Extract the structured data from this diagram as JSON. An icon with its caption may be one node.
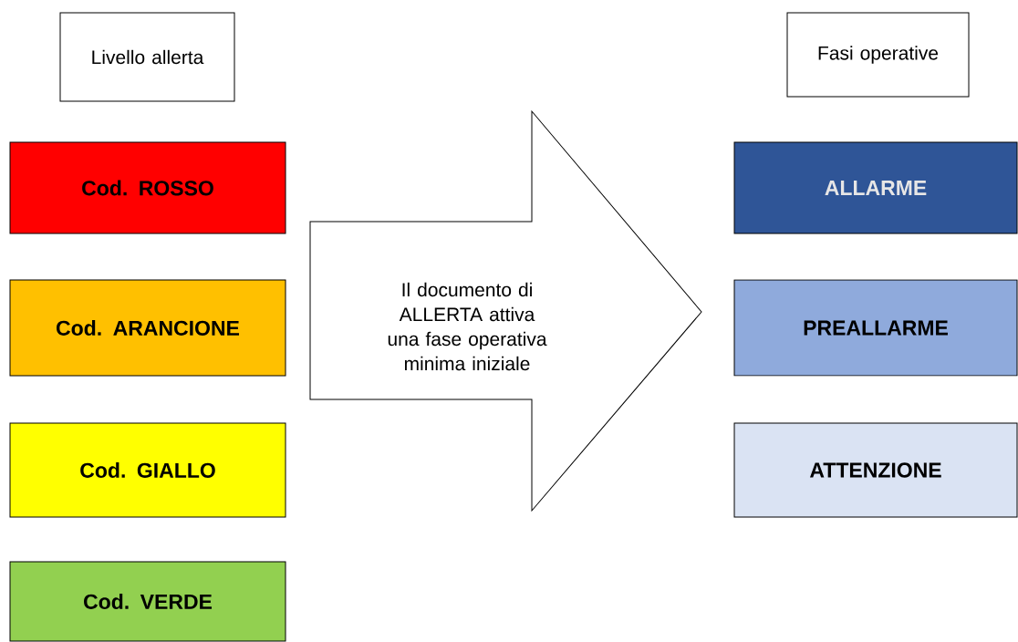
{
  "diagram": {
    "nodes": [
      {
        "text": [
          "Livello allerta"
        ]
      },
      {
        "text": [
          "Cod. ROSSO"
        ]
      },
      {
        "text": [
          "Cod. ARANCIONE"
        ]
      },
      {
        "text": [
          "Cod. GIALLO"
        ]
      },
      {
        "text": [
          "Cod. VERDE"
        ]
      },
      {
        "text": [
          "Il documento di ALLERTA attiva una fase operativa minima iniziale"
        ]
      },
      {
        "text": [
          "Fasi operative"
        ]
      },
      {
        "text": [
          "ALLARME"
        ]
      },
      {
        "text": [
          "PREALLARME"
        ]
      },
      {
        "text": [
          "ATTENZIONE"
        ]
      }
    ]
  }
}
